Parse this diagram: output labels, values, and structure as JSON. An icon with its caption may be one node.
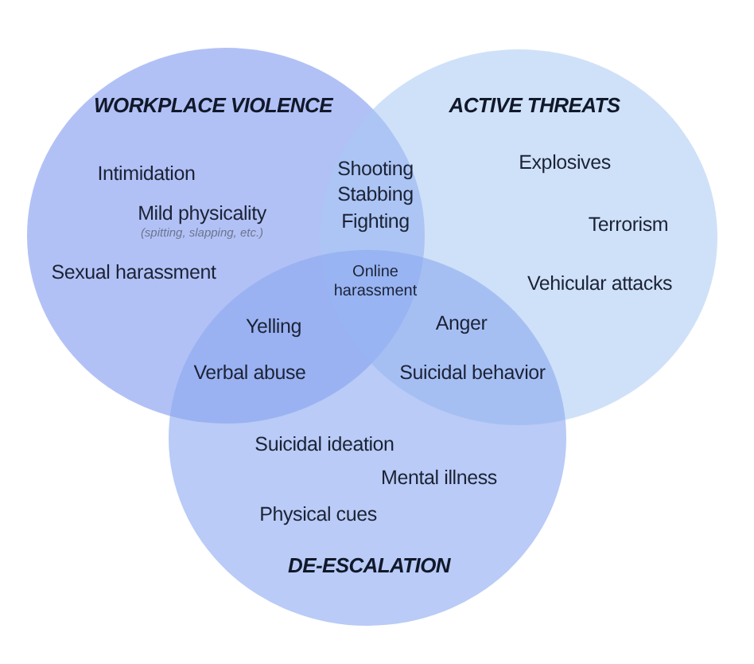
{
  "diagram": {
    "nodes": [
      {
        "text": [
          "WORKPLACE VIOLENCE",
          "Intimidation",
          "Mild physicality",
          "(spitting, slapping, etc.)",
          "Sexual harassment"
        ]
      },
      {
        "text": [
          "ACTIVE THREATS",
          "Explosives",
          "Terrorism",
          "Vehicular attacks"
        ]
      },
      {
        "text": [
          "Suicidal ideation",
          "Mental illness",
          "Physical cues",
          "DE-ESCALATION"
        ]
      }
    ],
    "labels": [
      "Shooting",
      "Stabbing",
      "Fighting",
      "Online harassment",
      "Yelling",
      "Anger",
      "Verbal abuse",
      "Suicidal behavior"
    ]
  }
}
